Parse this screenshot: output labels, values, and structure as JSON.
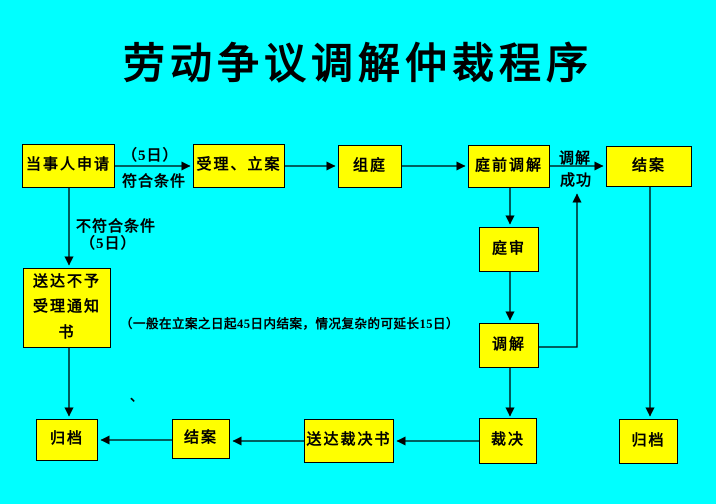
{
  "title": "劳动争议调解仲裁程序",
  "nodes": {
    "apply": {
      "label": "当事人申请"
    },
    "accept": {
      "label": "受理、立案"
    },
    "form_tribunal": {
      "label": "组庭"
    },
    "pretrial_mediation": {
      "label": "庭前调解"
    },
    "close_case_top": {
      "label": "结案"
    },
    "notice_rejection": {
      "label": "送达不予受理通知书"
    },
    "court_hearing": {
      "label": "庭审"
    },
    "mediation": {
      "label": "调解"
    },
    "award": {
      "label": "裁决"
    },
    "serve_award": {
      "label": "送达裁决书"
    },
    "close_case_bottom": {
      "label": "结案"
    },
    "archive_left": {
      "label": "归档"
    },
    "archive_right": {
      "label": "归档"
    }
  },
  "edge_labels": {
    "five_days_top": "（5日）",
    "qualified": "符合条件",
    "not_qualified": "不符合条件",
    "five_days_left": "（5日）",
    "mediation_success_line1": "调解",
    "mediation_success_line2": "成功"
  },
  "note": "（一般在立案之日起45日内结案，情况复杂的可延长15日）",
  "stray_mark": "、",
  "colors": {
    "background": "#00ffff",
    "node_fill": "#ffff00",
    "node_border": "#000000",
    "line": "#000000",
    "text": "#000000"
  }
}
